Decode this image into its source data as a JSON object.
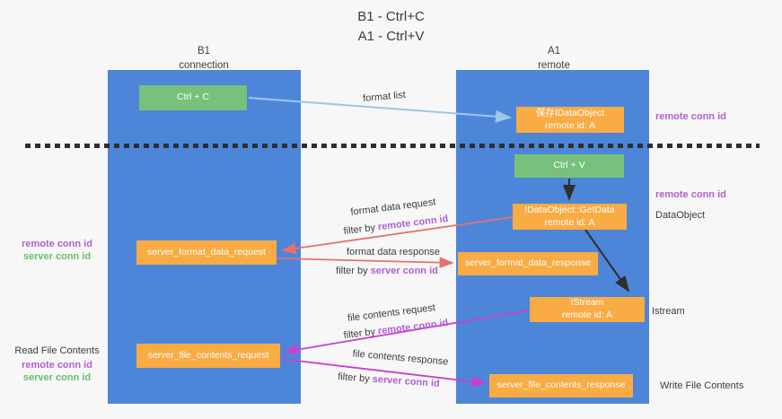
{
  "title": {
    "line1": "B1 - Ctrl+C",
    "line2": "A1 - Ctrl+V"
  },
  "columns": {
    "left": {
      "header_line1": "B1",
      "header_line2": "connection"
    },
    "right": {
      "header_line1": "A1",
      "header_line2": "remote"
    }
  },
  "boxes": {
    "ctrl_c": {
      "label": "Ctrl + C"
    },
    "save_idataobject": {
      "line1": "保存IDataObject",
      "line2": "remote id: A"
    },
    "ctrl_v": {
      "label": "Ctrl + V"
    },
    "getdata": {
      "line1": "IDataObject::GetData",
      "line2": "remote id: A"
    },
    "format_request": {
      "label": "server_format_data_request"
    },
    "format_response": {
      "label": "server_format_data_response"
    },
    "istream": {
      "line1": "IStream",
      "line2": "remote id: A"
    },
    "file_request": {
      "label": "server_file_contents_request"
    },
    "file_response": {
      "label": "server_file_contents_response"
    }
  },
  "flow_labels": {
    "format_list": "format list",
    "format_data_request": "format data request",
    "filter_by_1_prefix": "filter by ",
    "filter_by_1_key": "remote conn id",
    "format_data_response": "format data response",
    "filter_by_2_prefix": "filter by ",
    "filter_by_2_key": "server conn id",
    "file_contents_request": "file contents request",
    "filter_by_3_prefix": "filter by ",
    "filter_by_3_key": "remote conn id",
    "file_contents_response": "file contents response",
    "filter_by_4_prefix": "filter by ",
    "filter_by_4_key": "server conn id"
  },
  "side_labels": {
    "right_top_remote_conn": "remote conn id",
    "right_mid_remote_conn": "remote conn id",
    "right_dataobject": "DataObject",
    "right_istream": "Istream",
    "right_write_file": "Write File Contents",
    "left_remote_conn_1": "remote conn id",
    "left_server_conn_1": "server conn id",
    "left_read_file": "Read File Contents",
    "left_remote_conn_2": "remote conn id",
    "left_server_conn_2": "server conn id"
  },
  "colors": {
    "background": "#f7f7f7",
    "column_blue": "#4d86d8",
    "box_orange": "#f9ab44",
    "box_green": "#77c17c",
    "arrow_lightblue": "#9cc7ea",
    "arrow_red": "#e4736b",
    "arrow_magenta": "#c940cf",
    "arrow_black": "#2e2e2e",
    "text_purple": "#b05fd0",
    "text_green": "#67bd6a",
    "dashed_divider": "#2e2e2e"
  }
}
